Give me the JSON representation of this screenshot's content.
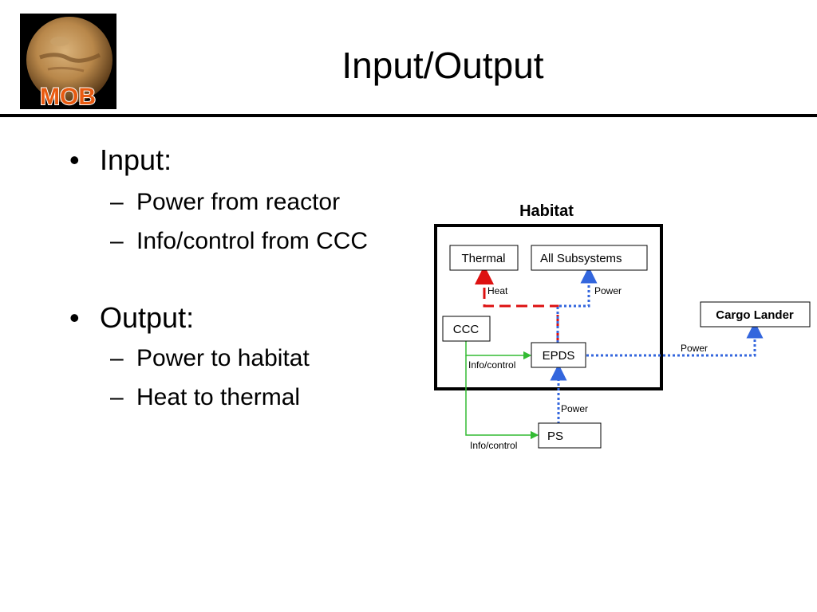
{
  "logo": {
    "text": "MOB"
  },
  "title": "Input/Output",
  "bullets": [
    {
      "label": "Input:",
      "items": [
        "Power from reactor",
        "Info/control from CCC"
      ]
    },
    {
      "label": "Output:",
      "items": [
        "Power to habitat",
        "Heat to thermal"
      ]
    }
  ],
  "diagram": {
    "habitat_label": "Habitat",
    "nodes": {
      "thermal": "Thermal",
      "all_subsystems": "All Subsystems",
      "ccc": "CCC",
      "epds": "EPDS",
      "ps": "PS",
      "cargo_lander": "Cargo Lander"
    },
    "edge_labels": {
      "heat": "Heat",
      "power_subsystems": "Power",
      "power_cargo": "Power",
      "power_ps": "Power",
      "info_epds": "Info/control",
      "info_ps": "Info/control"
    },
    "colors": {
      "heat": "#dd1111",
      "power": "#3366dd",
      "info": "#33bb33",
      "border": "#000000"
    }
  }
}
